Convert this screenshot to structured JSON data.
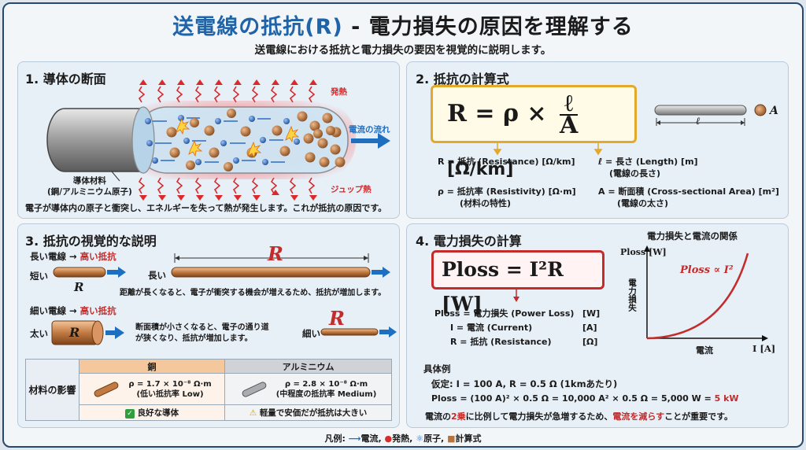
{
  "header": {
    "title_main": "送電線の抵抗(R)",
    "title_rest": " - 電力損失の原因を理解する",
    "subtitle": "送電線における抵抗と電力損失の要因を視覚的に説明します。"
  },
  "panel1": {
    "title": "1. 導体の断面",
    "heat_label": "発熱",
    "flow_label": "電流の流れ",
    "joule_label": "ジュップ熱",
    "material_label_1": "導体材料",
    "material_label_2": "(鋼/アルミニウム原子)",
    "caption": "電子が導体内の原子と衝突し、エネルギーを失って熱が発生します。これが抵抗の原因です。"
  },
  "panel2": {
    "title": "2. 抵抗の計算式",
    "formula_left": "R = ρ ×",
    "frac_num": "ℓ",
    "frac_den": "A",
    "formula_unit": "[Ω/km]",
    "wire_len": "ℓ",
    "wire_area": "A",
    "def_R": "R = 抵抗 (Resistance) [Ω/km]",
    "def_l": "ℓ = 長さ (Length) [m]",
    "def_l_sub": "(電線の長さ)",
    "def_rho": "ρ = 抵抗率 (Resistivity) [Ω·m]",
    "def_rho_sub": "(材料の特性)",
    "def_A": "A = 断面積 (Cross-sectional Area) [m²]",
    "def_A_sub": "(電線の太さ)"
  },
  "panel3": {
    "title": "3. 抵抗の視覚的な説明",
    "long_line": "長い電線 → ",
    "long_high": "高い抵抗",
    "short_label": "短い",
    "long_label": "長い",
    "r_symbol": "R",
    "long_caption": "距離が長くなると、電子が衝突する機会が増えるため、抵抗が増加します。",
    "thin_line": "細い電線 → ",
    "thin_high": "高い抵抗",
    "thick_label": "太い",
    "thin_label": "細い",
    "thin_caption_1": "断面積が小さくなると、電子の通り道",
    "thin_caption_2": "が狭くなり、抵抗が増加します。",
    "table": {
      "row_header": "材料の影響",
      "col_copper": "銅",
      "col_aluminum": "アルミニウム",
      "copper_rho": "ρ = 1.7 × 10⁻⁸ Ω·m",
      "copper_note": "(低い抵抗率 Low)",
      "aluminum_rho": "ρ = 2.8 × 10⁻⁸ Ω·m",
      "aluminum_note": "(中程度の抵抗率 Medium)",
      "copper_eval": "良好な導体",
      "aluminum_eval": "軽量で安価だが抵抗は大きい"
    }
  },
  "panel4": {
    "title": "4. 電力損失の計算",
    "formula": "Ploss = I²R  [W]",
    "def_P": "Ploss = 電力損失 (Power Loss)",
    "def_P_unit": "[W]",
    "def_I": "I = 電流 (Current)",
    "def_I_unit": "[A]",
    "def_R": "R = 抵抗 (Resistance)",
    "def_R_unit": "[Ω]",
    "graph_title": "電力損失と電流の関係",
    "graph_ylabel_unit": "Ploss [W]",
    "graph_yaxis": "電力損失",
    "graph_xaxis": "電流",
    "graph_xunit": "I [A]",
    "graph_curve_label": "Ploss ∝ I²",
    "example_title": "具体例",
    "example_assume": "仮定: I = 100 A, R = 0.5 Ω (1kmあたり)",
    "example_calc": "Ploss = (100 A)² × 0.5 Ω = 10,000 A² × 0.5 Ω = 5,000 W = ",
    "example_result": "5 kW",
    "note_1": "電流の",
    "note_2": "2乗",
    "note_3": "に比例して電力損失が急増するため、",
    "note_4": "電流を減らす",
    "note_5": "ことが重要です。"
  },
  "legend": {
    "prefix": "凡例:",
    "current": "電流,",
    "heat": "発熱,",
    "atom": "原子,",
    "formula": "計算式"
  },
  "colors": {
    "title_blue": "#1f64a8",
    "accent_red": "#c42b2b",
    "formula_yellow": "#e3a92a",
    "copper": "#b8733c",
    "electron": "#2c6cc2"
  }
}
